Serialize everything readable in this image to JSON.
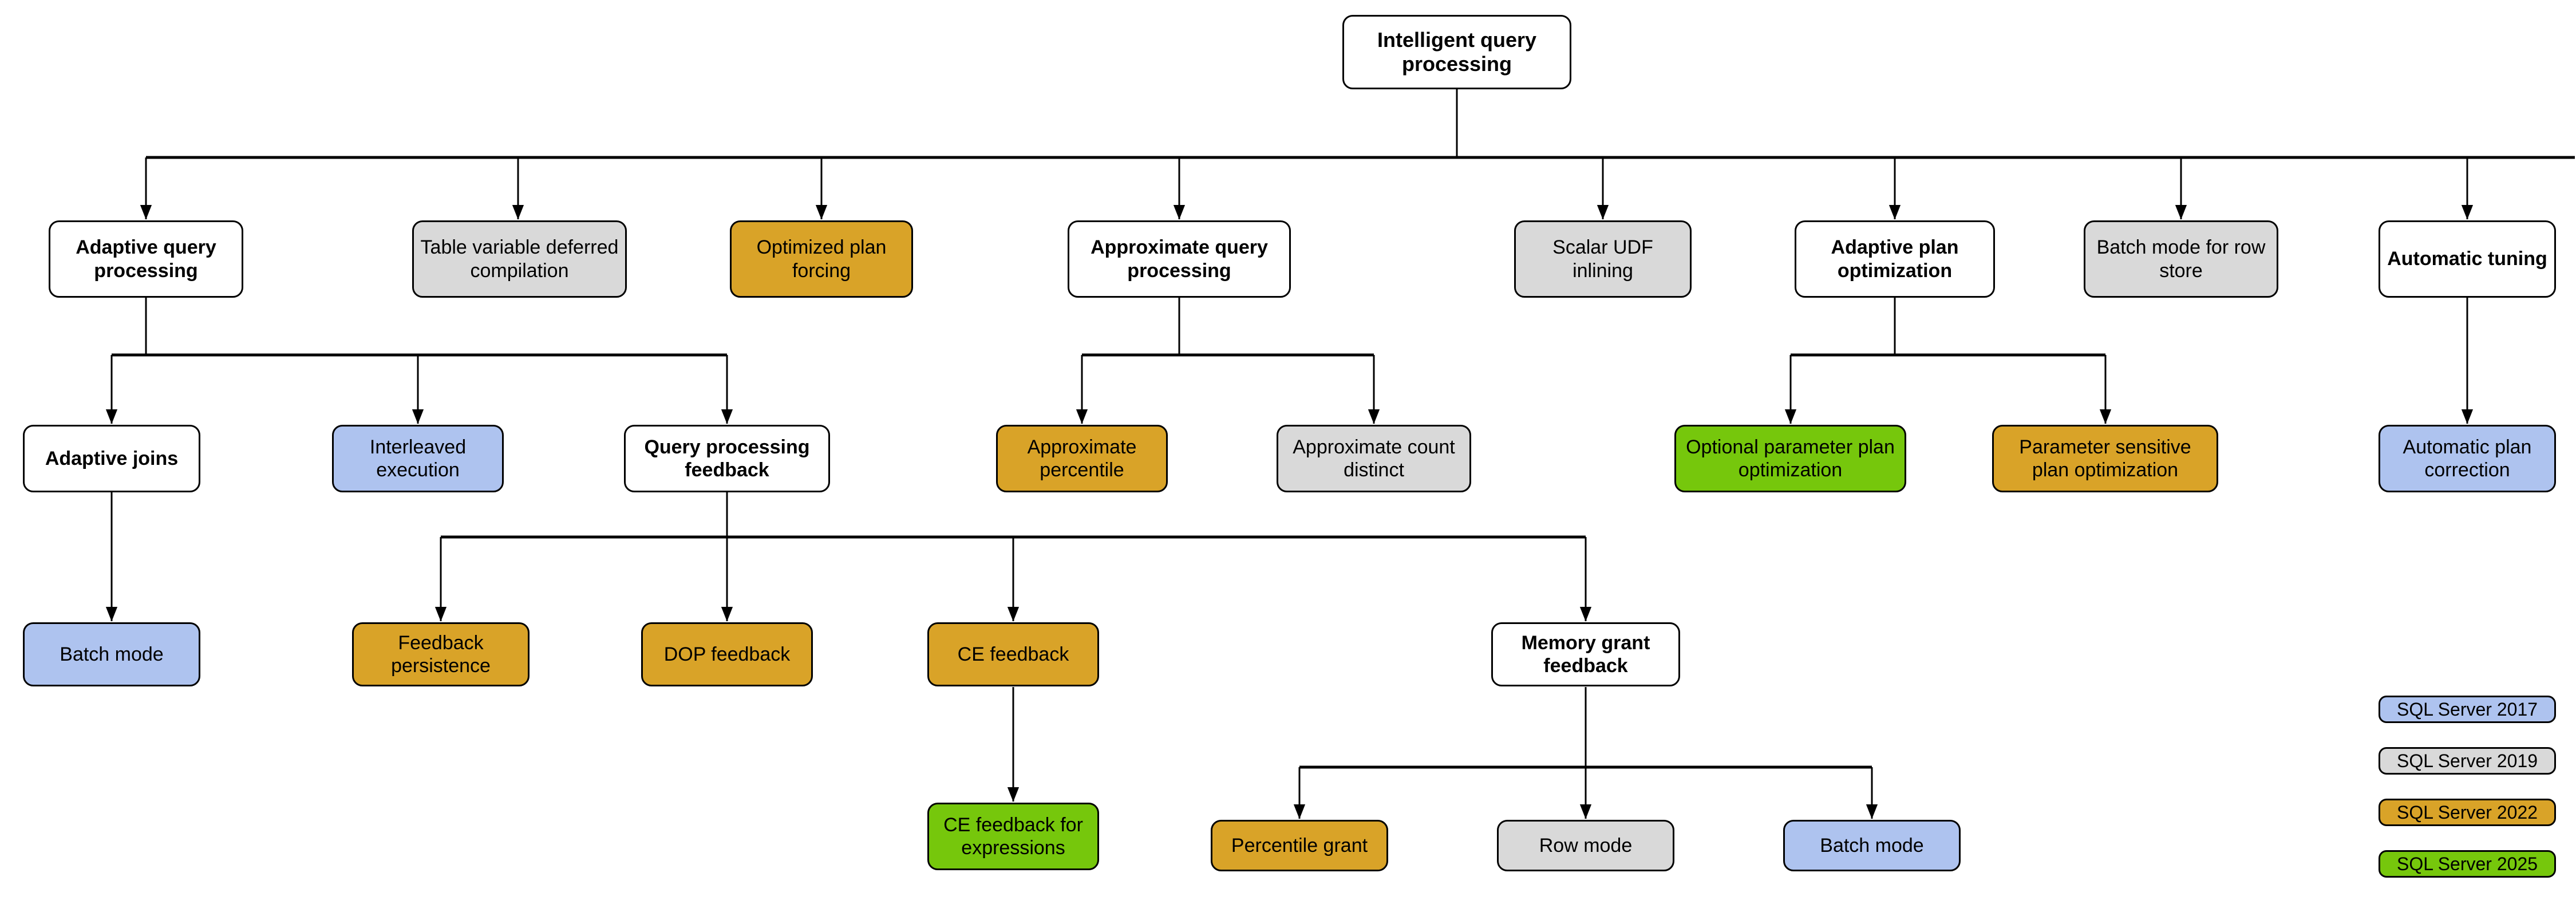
{
  "diagram": {
    "title": "Intelligent query processing",
    "root": {
      "label": "Intelligent query processing",
      "color": "white"
    },
    "level2": [
      {
        "label": "Adaptive query processing",
        "color": "white"
      },
      {
        "label": "Table variable deferred compilation",
        "color": "gray"
      },
      {
        "label": "Optimized plan forcing",
        "color": "gold"
      },
      {
        "label": "Approximate query processing",
        "color": "white"
      },
      {
        "label": "Scalar UDF inlining",
        "color": "gray"
      },
      {
        "label": "Adaptive plan optimization",
        "color": "white"
      },
      {
        "label": "Batch mode for row store",
        "color": "gray"
      },
      {
        "label": "Automatic tuning",
        "color": "white"
      }
    ],
    "level3": [
      {
        "label": "Adaptive joins",
        "color": "white"
      },
      {
        "label": "Interleaved execution",
        "color": "blue"
      },
      {
        "label": "Query processing feedback",
        "color": "white"
      },
      {
        "label": "Approximate percentile",
        "color": "gold"
      },
      {
        "label": "Approximate count distinct",
        "color": "gray"
      },
      {
        "label": "Optional parameter plan optimization",
        "color": "green"
      },
      {
        "label": "Parameter sensitive plan optimization",
        "color": "gold"
      },
      {
        "label": "Automatic plan correction",
        "color": "blue"
      }
    ],
    "level4": [
      {
        "label": "Batch mode",
        "color": "blue"
      },
      {
        "label": "Feedback persistence",
        "color": "gold"
      },
      {
        "label": "DOP feedback",
        "color": "gold"
      },
      {
        "label": "CE feedback",
        "color": "gold"
      },
      {
        "label": "Memory grant feedback",
        "color": "white"
      }
    ],
    "level5": [
      {
        "label": "CE feedback for expressions",
        "color": "green"
      },
      {
        "label": "Percentile grant",
        "color": "gold"
      },
      {
        "label": "Row mode",
        "color": "gray"
      },
      {
        "label": "Batch mode",
        "color": "blue"
      }
    ],
    "legend": [
      {
        "label": "SQL Server 2017",
        "color": "blue"
      },
      {
        "label": "SQL Server 2019",
        "color": "gray"
      },
      {
        "label": "SQL Server 2022",
        "color": "gold"
      },
      {
        "label": "SQL Server 2025",
        "color": "green"
      }
    ],
    "palette": {
      "white": "#ffffff",
      "gray": "#d9d9d9",
      "gold": "#d9a328",
      "blue": "#aec3ef",
      "green": "#76c70c",
      "stroke": "#000000"
    }
  }
}
